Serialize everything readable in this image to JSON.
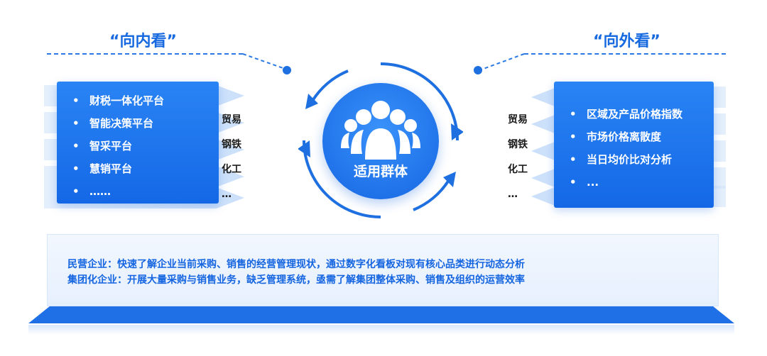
{
  "titles": {
    "left": "“向内看”",
    "right": "“向外看”"
  },
  "left_box": {
    "items": [
      "财税一体化平台",
      "智能决策平台",
      "智采平台",
      "慧销平台",
      "……"
    ]
  },
  "right_box": {
    "items": [
      "区域及产品价格指数",
      "市场价格离散度",
      "当日均价比对分析",
      "..."
    ]
  },
  "industries_left": [
    "贸易",
    "钢铁",
    "化工",
    "…"
  ],
  "industries_right": [
    "贸易",
    "钢铁",
    "化工",
    "…"
  ],
  "center": {
    "label": "适用群体",
    "icon": "people-group-icon"
  },
  "banner": {
    "line1": "民营企业：快速了解企业当前采购、销售的经营管理现状，通过数字化看板对现有核心品类进行动态分析",
    "line2": "集团化企业：开展大量采购与销售业务，缺乏管理系统，亟需了解集团整体采购、销售及组织的运营效率"
  },
  "colors": {
    "primary": "#1769e0",
    "light": "#e6f0fd"
  }
}
